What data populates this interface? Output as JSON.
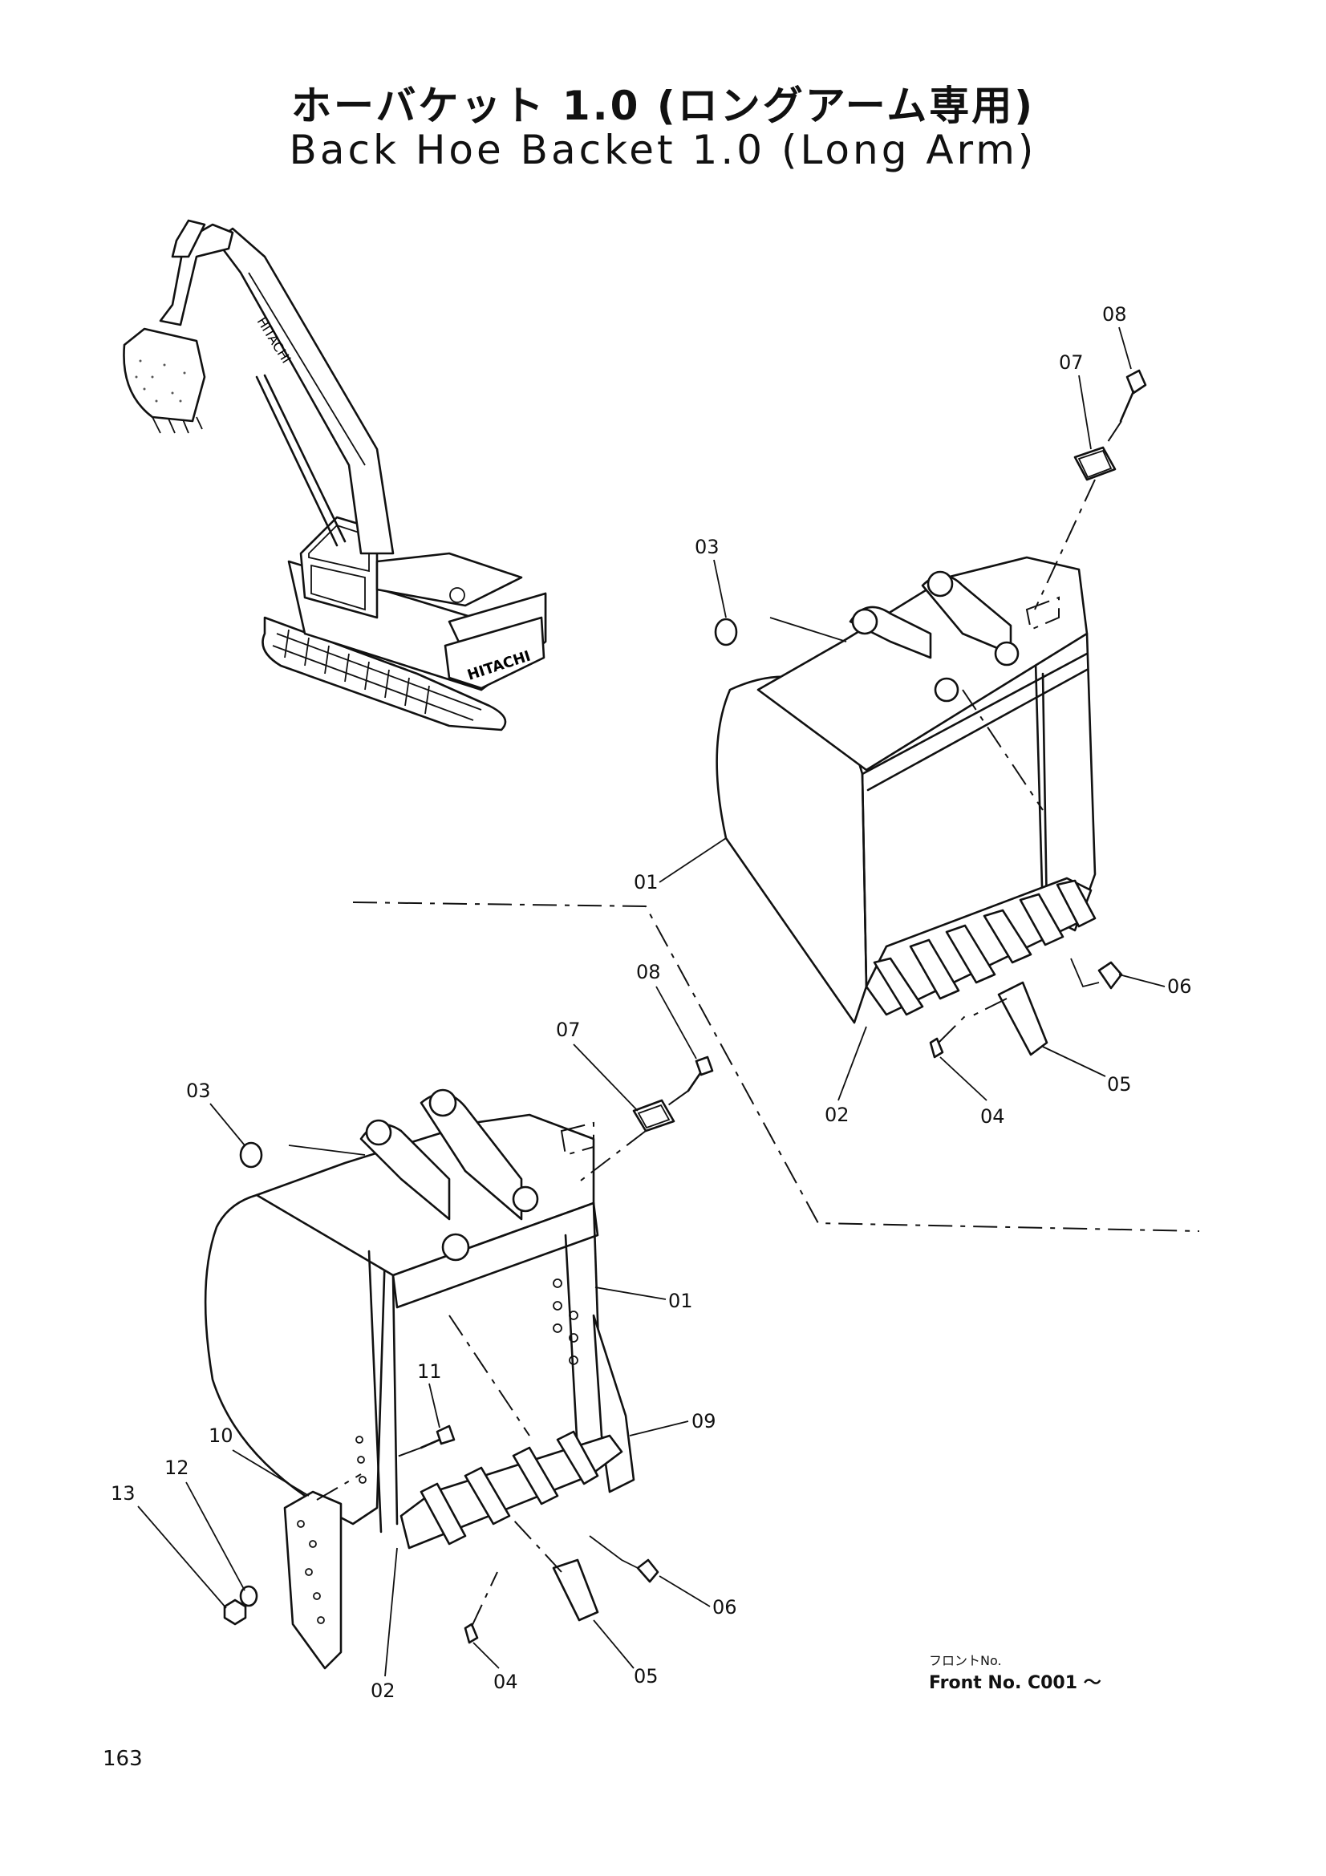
{
  "title": {
    "jp": "ホーバケット 1.0 (ロングアーム専用)",
    "en": "Back Hoe Backet 1.0 (Long Arm)"
  },
  "machine_brand": "HITACHI",
  "upper_view_callouts": {
    "p01": "01",
    "p02": "02",
    "p03": "03",
    "p04": "04",
    "p05": "05",
    "p06": "06",
    "p07": "07",
    "p08": "08"
  },
  "lower_view_callouts": {
    "p01": "01",
    "p02": "02",
    "p03": "03",
    "p04": "04",
    "p05": "05",
    "p06": "06",
    "p07": "07",
    "p08": "08",
    "p09": "09",
    "p10": "10",
    "p11": "11",
    "p12": "12",
    "p13": "13"
  },
  "front_no": {
    "jp": "フロントNo.",
    "en": "Front No. C001 ～"
  },
  "page_number": "163"
}
